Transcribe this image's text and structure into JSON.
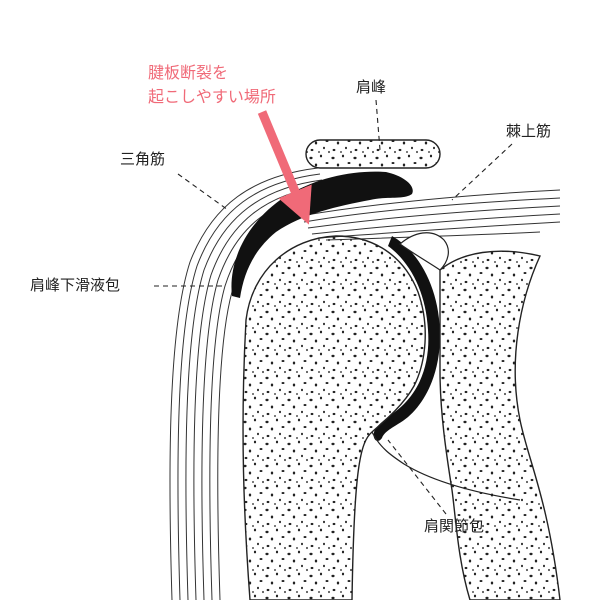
{
  "warning": {
    "line1": "腱板断裂を",
    "line2": "起こしやすい場所",
    "color": "#f06a78"
  },
  "labels": {
    "acromion": "肩峰",
    "supraspinatus": "棘上筋",
    "deltoid": "三角筋",
    "subacromial_bursa": "肩峰下滑液包",
    "joint_capsule": "肩関節包"
  }
}
